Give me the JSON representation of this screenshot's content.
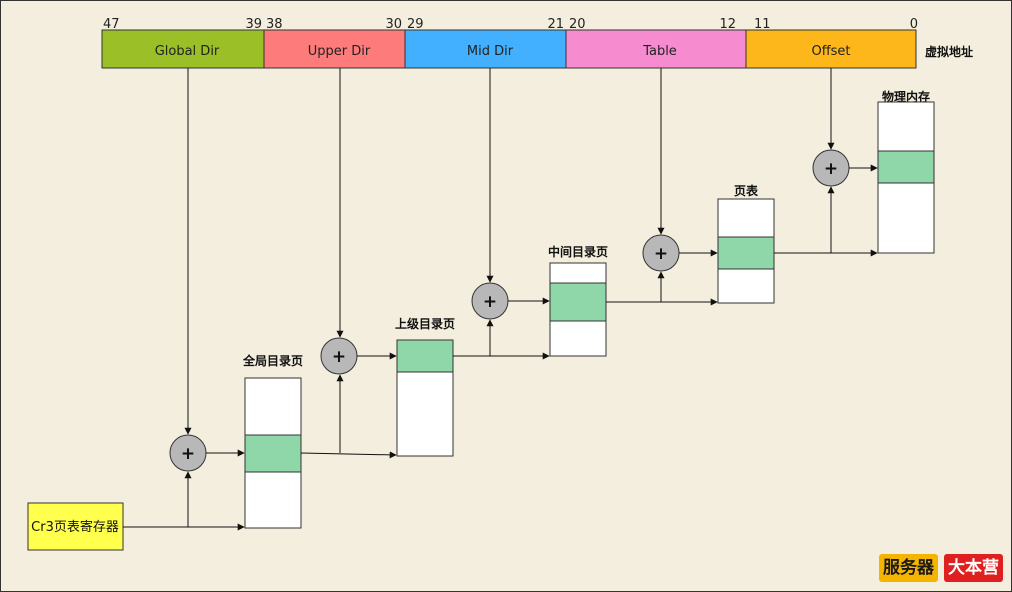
{
  "virtual_address": {
    "label": "虚拟地址",
    "fields": [
      {
        "name": "Global Dir",
        "color": "#9bbf27"
      },
      {
        "name": "Upper Dir",
        "color": "#fd7b7b"
      },
      {
        "name": "Mid Dir",
        "color": "#42b0fe"
      },
      {
        "name": "Table",
        "color": "#f78bd0"
      },
      {
        "name": "Offset",
        "color": "#fdb71b"
      }
    ],
    "bits": [
      "47",
      "39",
      "38",
      "30",
      "29",
      "21",
      "20",
      "12",
      "11",
      "0"
    ]
  },
  "cr3": {
    "label": "Cr3页表寄存器",
    "color": "#ffff4d"
  },
  "tables": [
    {
      "title": "全局目录页"
    },
    {
      "title": "上级目录页"
    },
    {
      "title": "中间目录页"
    },
    {
      "title": "页表"
    },
    {
      "title": "物理内存"
    }
  ],
  "adder_symbol": "+",
  "entry_color": "#8fd6a9",
  "watermark": {
    "left": "服务器",
    "right": "大本营"
  }
}
